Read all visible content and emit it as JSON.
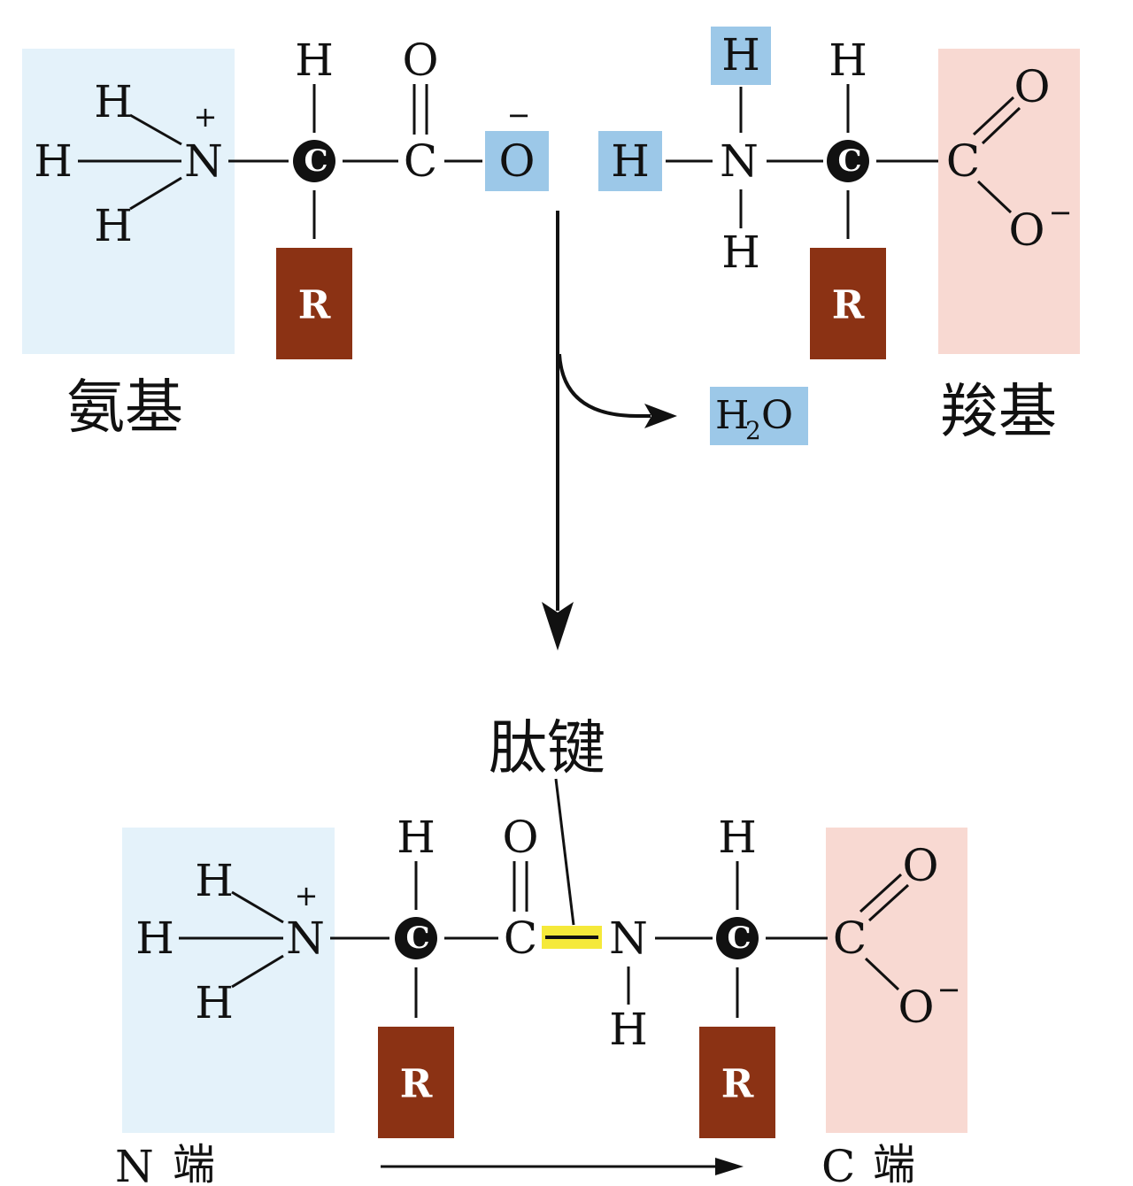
{
  "colors": {
    "amino_box": "#e4f2fa",
    "carboxyl_box": "#f8d9d2",
    "highlight_blue": "#9cc8e8",
    "r_group": "#8b3214",
    "peptide_bond": "#f5e93a",
    "ink": "#111111"
  },
  "labels": {
    "amino_group": "氨基",
    "carboxyl_group": "羧基",
    "peptide_bond": "肽键",
    "n_terminus_letter": "N",
    "c_terminus_letter": "C",
    "terminus_char": "端",
    "water_h": "H",
    "water_sub": "2",
    "water_o": "O"
  },
  "atoms": {
    "H": "H",
    "N": "N",
    "C": "C",
    "O": "O",
    "R": "R",
    "plus": "+",
    "minus": "−",
    "O_minus": "O"
  },
  "icons": {
    "alpha_carbon": "alpha-carbon-icon",
    "reaction_arrow": "down-arrow-icon",
    "water_arrow": "curved-arrow-icon",
    "direction_arrow": "right-arrow-icon"
  }
}
